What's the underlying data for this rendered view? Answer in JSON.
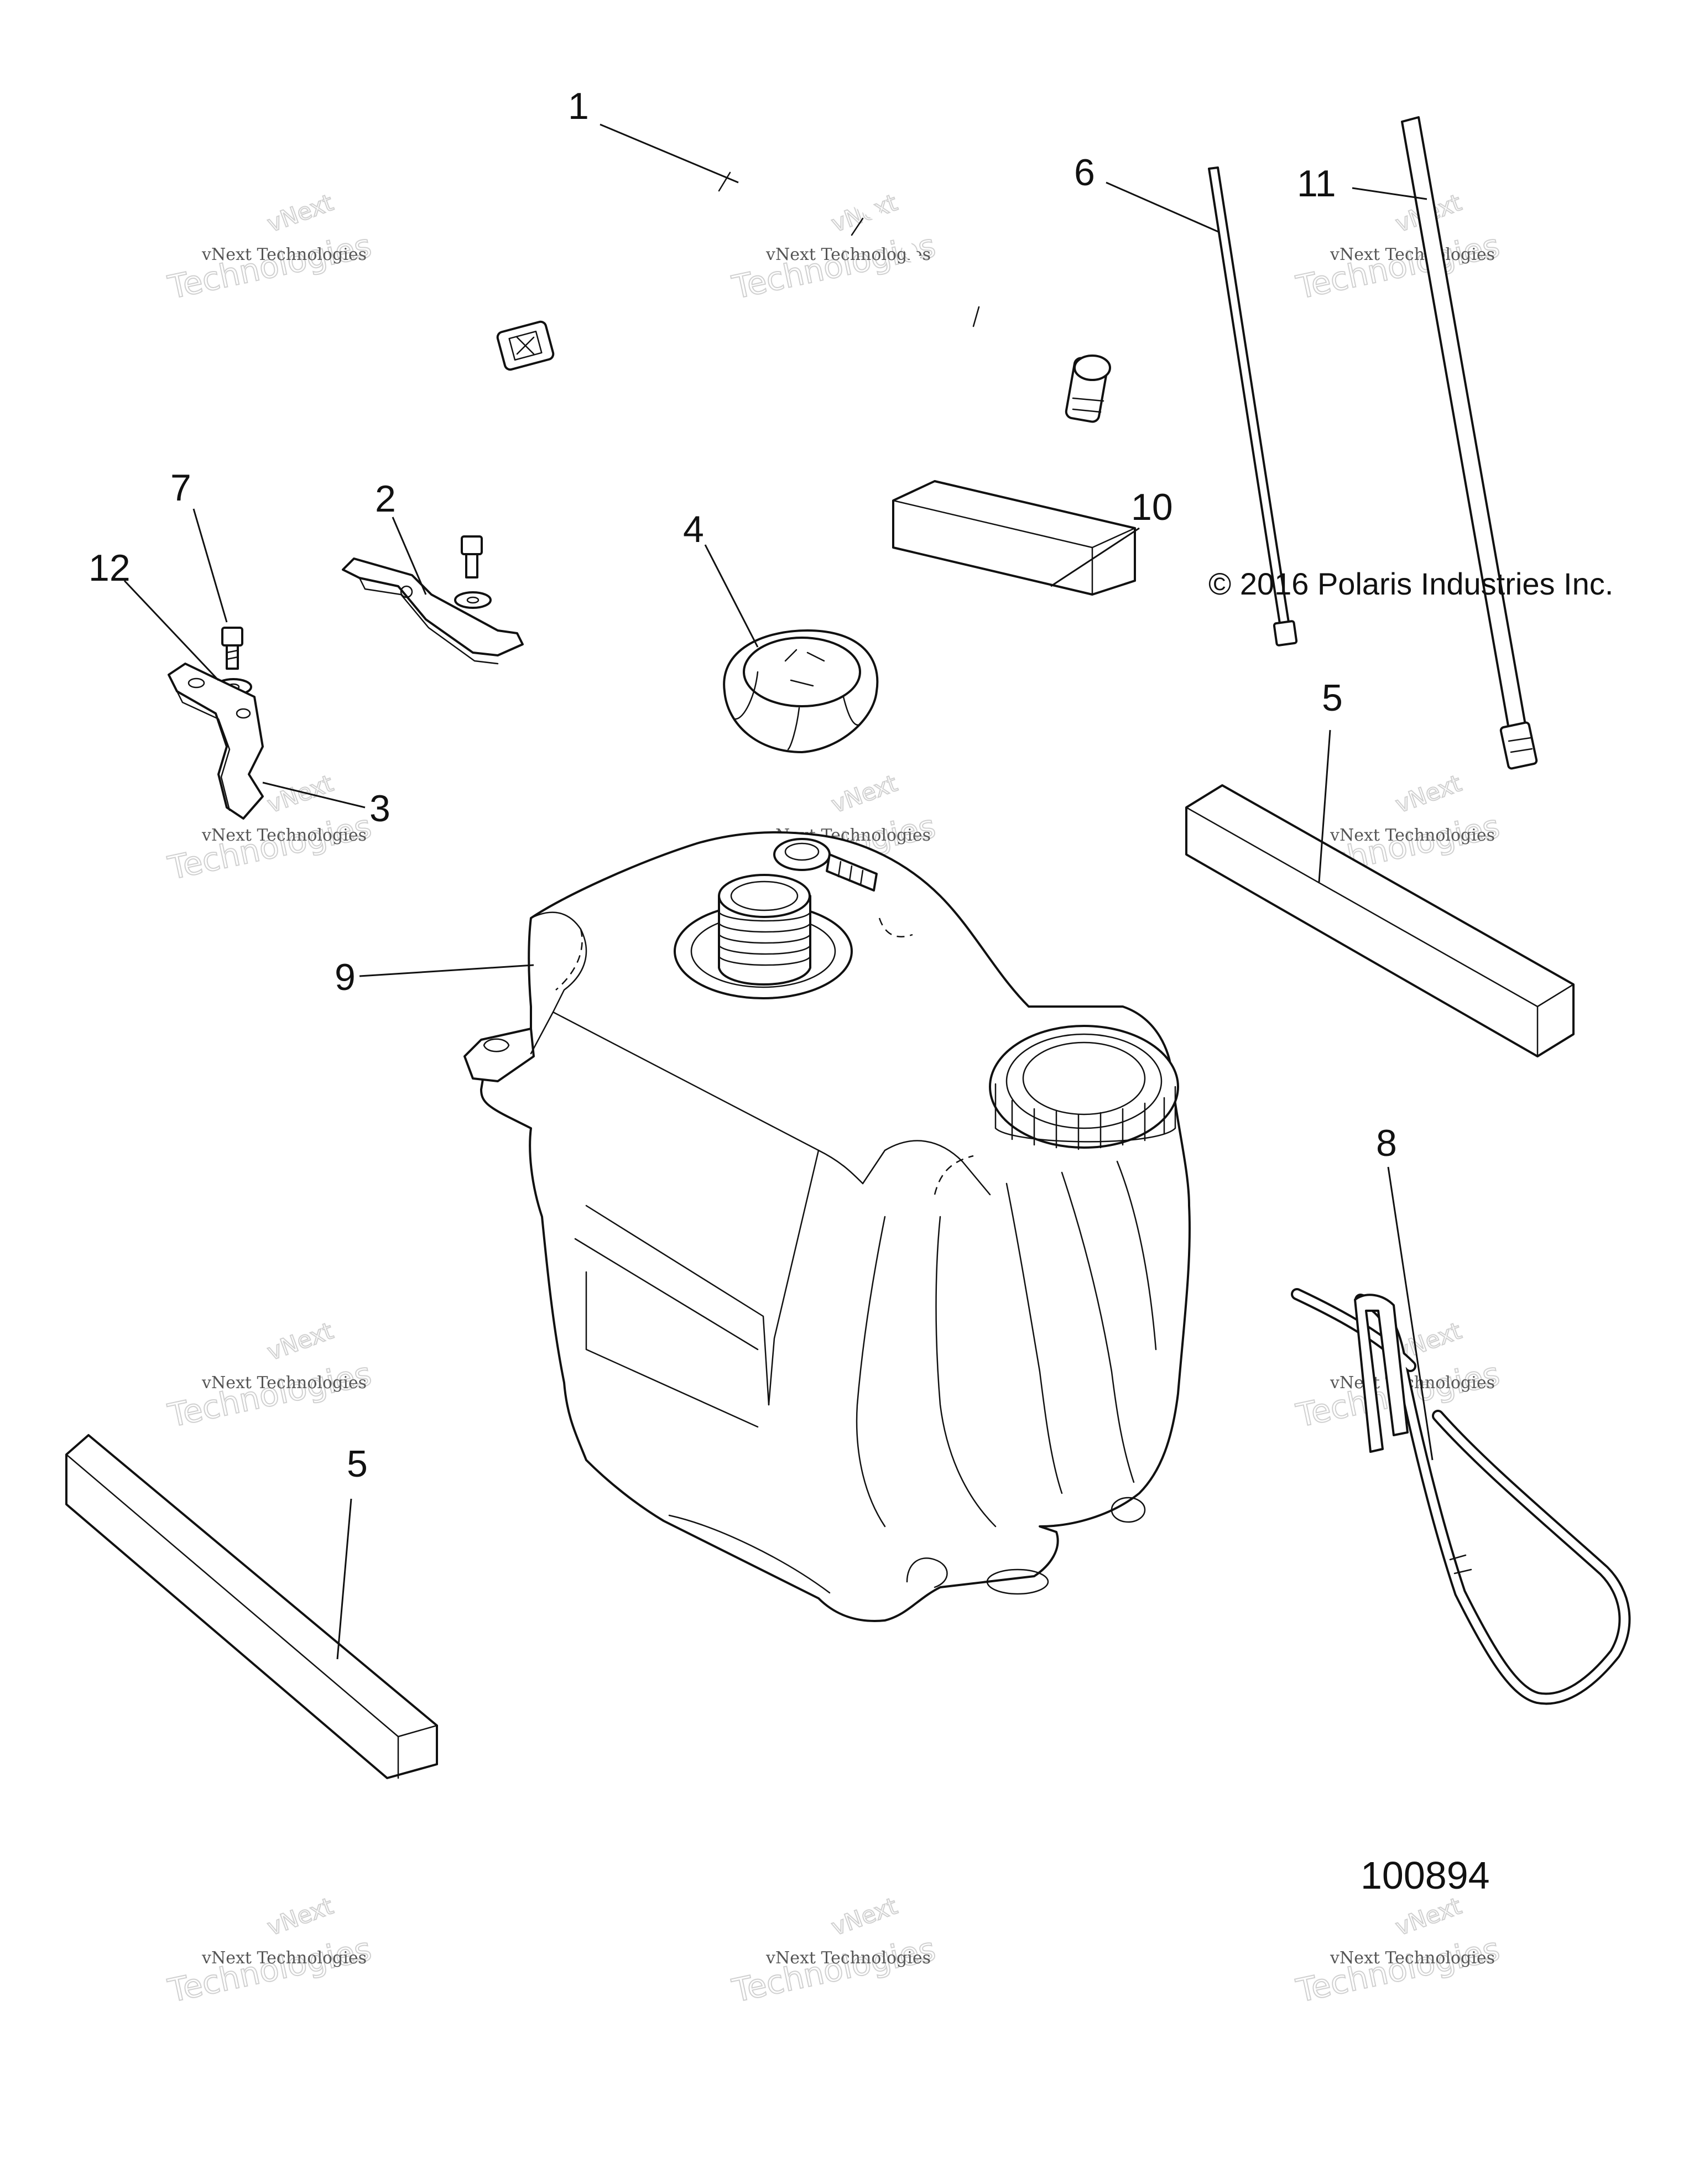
{
  "callouts": {
    "c1": "1",
    "c2": "2",
    "c3": "3",
    "c4": "4",
    "c5a": "5",
    "c5b": "5",
    "c6": "6",
    "c7": "7",
    "c8": "8",
    "c9": "9",
    "c10": "10",
    "c11": "11",
    "c12": "12"
  },
  "copyright": "© 2016 Polaris Industries Inc.",
  "figure_number": "100894",
  "watermark": {
    "line1": "vNext Technologies",
    "line2": "Technologies",
    "overlay": "vNext"
  }
}
